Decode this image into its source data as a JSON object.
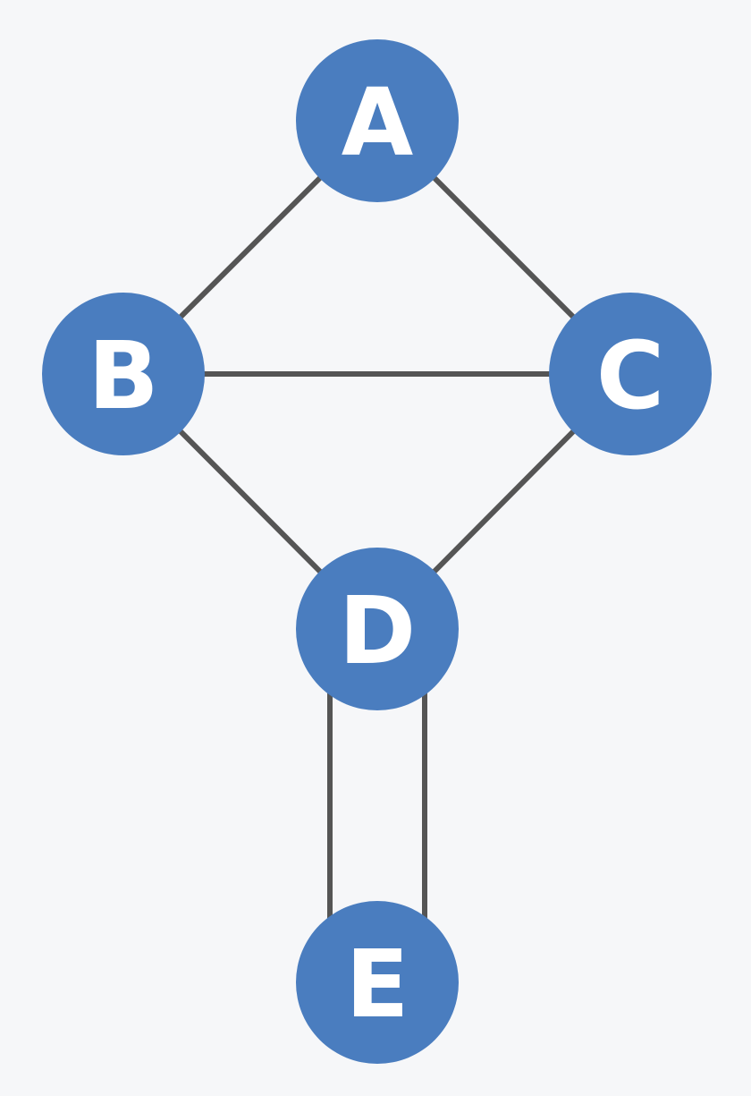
{
  "graph": {
    "nodes": [
      {
        "id": "A",
        "label": "A"
      },
      {
        "id": "B",
        "label": "B"
      },
      {
        "id": "C",
        "label": "C"
      },
      {
        "id": "D",
        "label": "D"
      },
      {
        "id": "E",
        "label": "E"
      }
    ],
    "edges": [
      {
        "from": "A",
        "to": "B"
      },
      {
        "from": "A",
        "to": "C"
      },
      {
        "from": "B",
        "to": "C"
      },
      {
        "from": "B",
        "to": "D"
      },
      {
        "from": "C",
        "to": "D"
      },
      {
        "from": "D",
        "to": "E"
      },
      {
        "from": "D",
        "to": "E"
      }
    ]
  },
  "colors": {
    "background": "#f6f7f9",
    "node_fill": "#4a7dbf",
    "node_label": "#ffffff",
    "edge": "#555555"
  }
}
